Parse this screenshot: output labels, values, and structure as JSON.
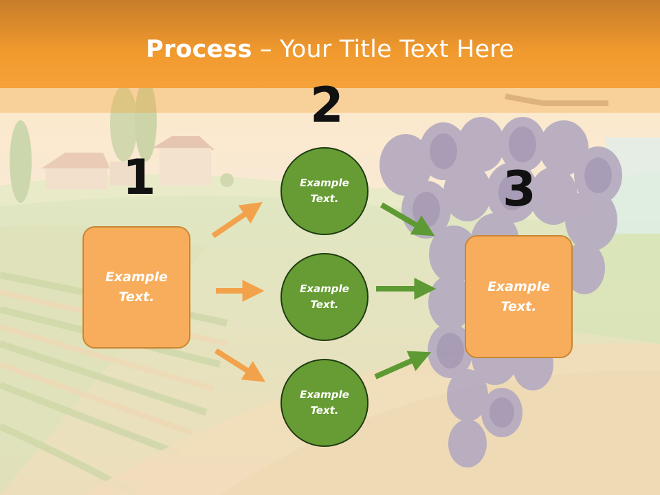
{
  "title": {
    "bold": "Process",
    "rest": " – Your Title Text Here"
  },
  "steps": {
    "n1": "1",
    "n2": "2",
    "n3": "3"
  },
  "left_box": {
    "line1": "Example",
    "line2": "Text."
  },
  "right_box": {
    "line1": "Example",
    "line2": "Text."
  },
  "circles": [
    {
      "line1": "Example",
      "line2": "Text."
    },
    {
      "line1": "Example",
      "line2": "Text."
    },
    {
      "line1": "Example",
      "line2": "Text."
    }
  ],
  "colors": {
    "orange_box": "#f7ad5c",
    "green_circle": "#669c33",
    "orange_arrow": "#f3a24c",
    "green_arrow": "#5e9a33",
    "header": "#ec9a2d"
  }
}
